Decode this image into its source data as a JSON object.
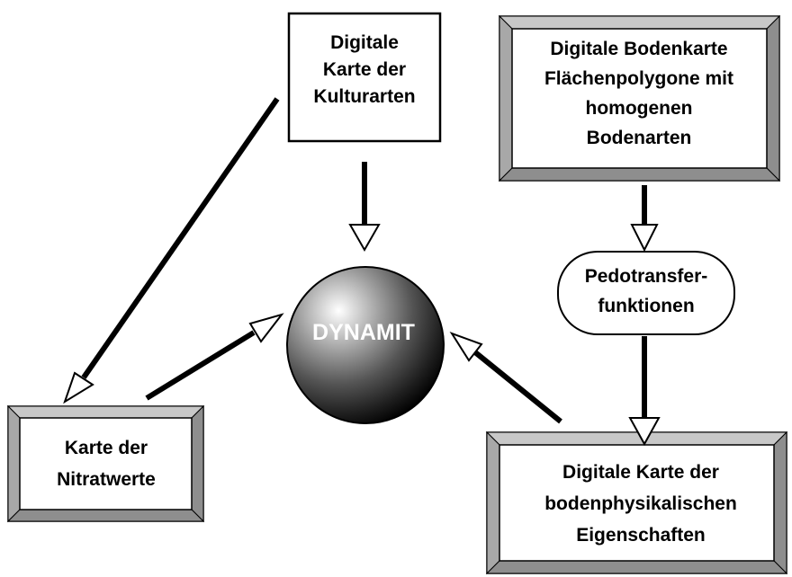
{
  "nodes": {
    "kulturarten": {
      "lines": [
        "Digitale",
        "Karte der",
        "Kulturarten"
      ]
    },
    "bodenkarte": {
      "lines": [
        "Digitale Bodenkarte",
        "Flächenpolygone mit",
        "homogenen",
        "Bodenarten"
      ]
    },
    "pedotransfer": {
      "lines": [
        "Pedotransfer-",
        "funktionen"
      ]
    },
    "physik": {
      "lines": [
        "Digitale Karte der",
        "bodenphysikalischen",
        "Eigenschaften"
      ]
    },
    "nitrat": {
      "lines": [
        "Karte der",
        "Nitratwerte"
      ]
    },
    "dynamit": {
      "label": "DYNAMIT"
    }
  }
}
